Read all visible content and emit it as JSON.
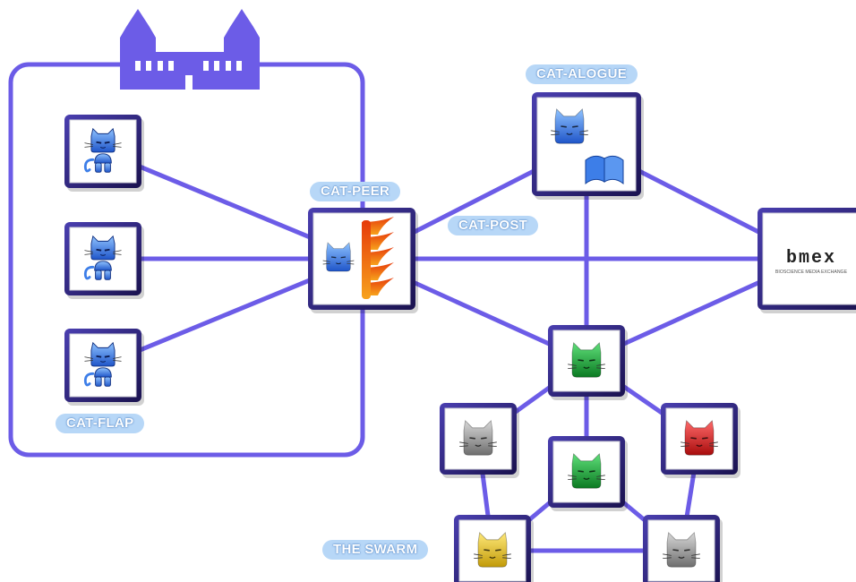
{
  "colors": {
    "line": "#6c5ce7",
    "frame": "#2a1f6e",
    "label_bg": "#b7d7f7",
    "cat_blue": "#3d7ee8",
    "cat_green": "#1fa339",
    "cat_gray": "#9a9a9a",
    "cat_red": "#d91a1a",
    "cat_yellow": "#e8c21a",
    "flame": "#f07a18"
  },
  "labels": {
    "cat_peer": "CAT-PEER",
    "cat_alogue": "CAT-ALOGUE",
    "cat_post": "CAT-POST",
    "cat_flap": "CAT-FLAP",
    "swarm": "THE SWARM"
  },
  "exchange": {
    "logo_text": "bmex",
    "tagline": "BIOSCIENCE MEDIA EXCHANGE"
  },
  "nodes": [
    {
      "name": "cat-flap-robot-1",
      "icon": "robot-cat-icon",
      "color": "cat_blue"
    },
    {
      "name": "cat-flap-robot-2",
      "icon": "robot-cat-icon",
      "color": "cat_blue"
    },
    {
      "name": "cat-flap-robot-3",
      "icon": "robot-cat-icon",
      "color": "cat_blue"
    },
    {
      "name": "cat-peer-node",
      "icon": "cat-flame-icon",
      "color": "cat_blue"
    },
    {
      "name": "cat-alogue-node",
      "icon": "cat-book-icon",
      "color": "cat_blue"
    },
    {
      "name": "bmex-node",
      "icon": "bmex-logo-icon"
    },
    {
      "name": "swarm-hub-cat",
      "icon": "cat-face-icon",
      "color": "cat_green"
    },
    {
      "name": "swarm-center-cat",
      "icon": "cat-face-icon",
      "color": "cat_green"
    },
    {
      "name": "swarm-gray-cat-left",
      "icon": "cat-face-icon",
      "color": "cat_gray"
    },
    {
      "name": "swarm-red-cat",
      "icon": "cat-face-icon",
      "color": "cat_red"
    },
    {
      "name": "swarm-yellow-cat",
      "icon": "cat-face-icon",
      "color": "cat_yellow"
    },
    {
      "name": "swarm-gray-cat-right",
      "icon": "cat-face-icon",
      "color": "cat_gray"
    }
  ]
}
